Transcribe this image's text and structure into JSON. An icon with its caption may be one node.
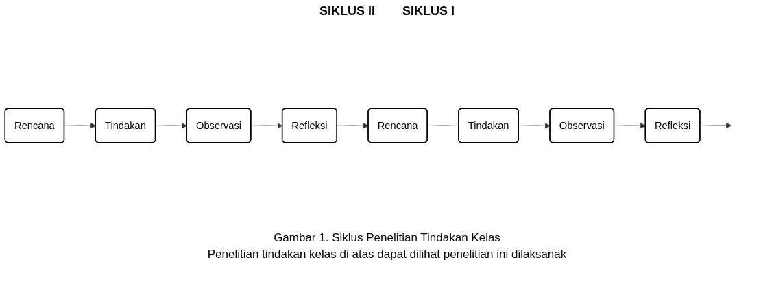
{
  "diagram": {
    "caption": "Gambar 1. Siklus Penelitian Tindakan Kelas",
    "nodes": [
      {
        "text": [
          "Rencana"
        ]
      },
      {
        "text": [
          "Tindakan"
        ]
      },
      {
        "text": [
          "Observasi"
        ]
      },
      {
        "text": [
          "Refleksi"
        ]
      },
      {
        "text": [
          "Rencana"
        ]
      },
      {
        "text": [
          "Tindakan"
        ]
      },
      {
        "text": [
          "Observasi"
        ]
      },
      {
        "text": [
          "Refleksi"
        ]
      }
    ],
    "edges": [
      {
        "from": 0,
        "to": 1,
        "arrow": "to"
      },
      {
        "from": 1,
        "to": 2,
        "arrow": "to"
      },
      {
        "from": 2,
        "to": 3,
        "arrow": "to"
      },
      {
        "from": 3,
        "to": 4,
        "arrow": "to"
      },
      {
        "from": 4,
        "to": 5,
        "arrow": "none"
      },
      {
        "from": 5,
        "to": 6,
        "arrow": "to"
      },
      {
        "from": 6,
        "to": 7,
        "arrow": "to"
      },
      {
        "from": 7,
        "to": null,
        "arrow": "to"
      }
    ],
    "labels": [
      "SIKLUS II",
      "SIKLUS I",
      "Penelitian tindakan kelas di atas dapat dilihat penelitian ini dilaksanak"
    ]
  }
}
